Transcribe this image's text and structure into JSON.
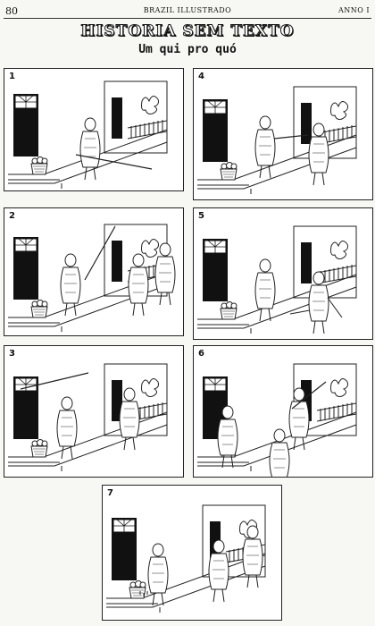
{
  "header": {
    "page_number": "80",
    "magazine": "BRAZIL ILLUSTRADO",
    "volume": "ANNO I"
  },
  "title": "HISTORIA SEM TEXTO",
  "subtitle": "Um qui pro quó",
  "panels": [
    {
      "number": "1"
    },
    {
      "number": "2"
    },
    {
      "number": "3"
    },
    {
      "number": "4"
    },
    {
      "number": "5"
    },
    {
      "number": "6"
    },
    {
      "number": "7"
    }
  ]
}
